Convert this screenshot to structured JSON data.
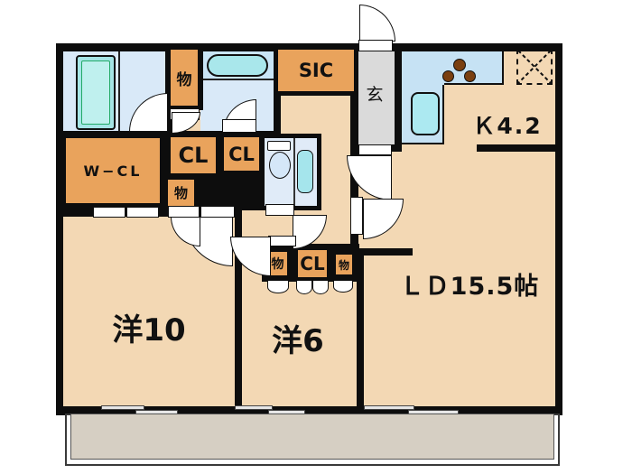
{
  "floorplan": {
    "title": "apartment-floor-plan",
    "rooms": {
      "living_dining": {
        "label": "ＬＤ15.5帖"
      },
      "kitchen": {
        "label": "Ｋ4.2"
      },
      "western_room_10": {
        "label": "洋10"
      },
      "western_room_6": {
        "label": "洋6"
      },
      "entrance": {
        "label": "玄"
      },
      "walk_in_closet": {
        "label": "W−CL"
      },
      "shoe_closet": {
        "label": "SIC"
      }
    },
    "closets": {
      "storage_top": {
        "label": "物"
      },
      "closet_hall_left": {
        "label": "CL"
      },
      "closet_hall_right": {
        "label": "CL"
      },
      "storage_hall": {
        "label": "物"
      },
      "storage_r6_left": {
        "label": "物"
      },
      "closet_r6": {
        "label": "CL"
      },
      "storage_r6_right": {
        "label": "物"
      }
    },
    "fixtures": [
      "bathtub",
      "washbasin",
      "toilet",
      "laundry-pan",
      "kitchen-sink",
      "stove-burners",
      "refrigerator-space",
      "front-door",
      "balcony",
      "sliding-windows"
    ],
    "colors": {
      "wall": "#0d0d0d",
      "room_floor": "#f3d8b4",
      "closet_orange": "#e9a35c",
      "wet_area_blue": "#d9e9f8",
      "counter_blue": "#c6e2f4",
      "fixture_teal": "#a5e5e6",
      "entrance_gray": "#dadada",
      "balcony_gray": "#d6cfc3",
      "burner_brown": "#7a3f10"
    }
  }
}
